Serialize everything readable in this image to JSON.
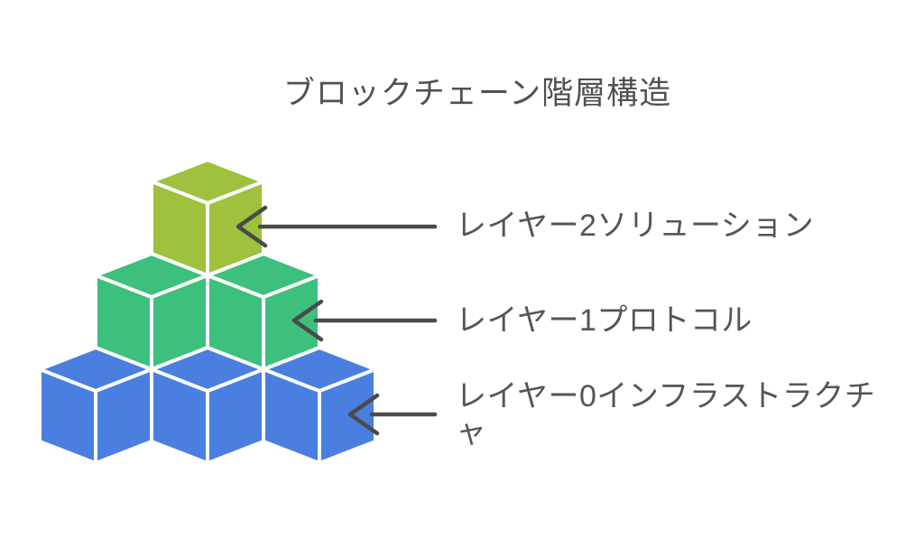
{
  "title": "ブロックチェーン階層構造",
  "diagram": {
    "type": "isometric-block-pyramid",
    "background": "#ffffff",
    "stroke_color": "#ffffff",
    "arrow_color": "#4a4a4a",
    "title_color": "#515151",
    "label_color": "#555555",
    "layers": [
      {
        "id": "layer2",
        "row": 2,
        "cubes": 1,
        "color": "#9fc13d",
        "label": "レイヤー2ソリューション"
      },
      {
        "id": "layer1",
        "row": 1,
        "cubes": 2,
        "color": "#3dbf7e",
        "label": "レイヤー1プロトコル"
      },
      {
        "id": "layer0",
        "row": 0,
        "cubes": 3,
        "color": "#4a7fe0",
        "label": "レイヤー0インフラストラクチャ"
      }
    ]
  }
}
